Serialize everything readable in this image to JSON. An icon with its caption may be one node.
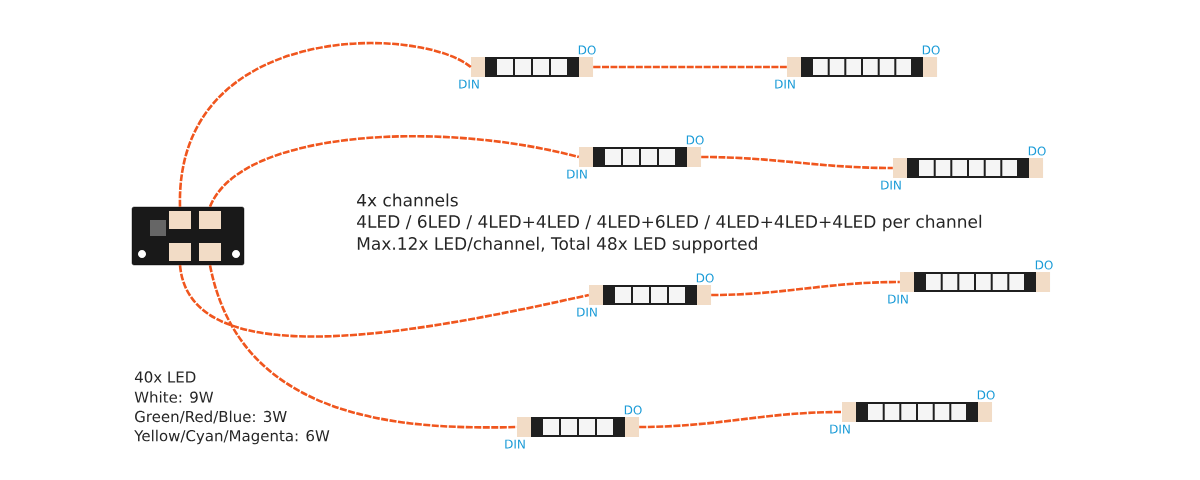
{
  "diagram": {
    "nodes": [
      {
        "text": [],
        "shape": "picture"
      },
      {
        "text": [],
        "shape": "bar",
        "beside": [
          "DIN",
          "DO"
        ]
      },
      {
        "text": [],
        "shape": "bar",
        "beside": [
          "DIN",
          "DO"
        ]
      },
      {
        "text": [],
        "shape": "bar",
        "beside": [
          "DIN",
          "DO"
        ]
      },
      {
        "text": [],
        "shape": "bar",
        "beside": [
          "DIN",
          "DO"
        ]
      },
      {
        "text": [],
        "shape": "bar",
        "beside": [
          "DIN",
          "DO"
        ]
      },
      {
        "text": [],
        "shape": "bar",
        "beside": [
          "DIN",
          "DO"
        ]
      },
      {
        "text": [],
        "shape": "bar",
        "beside": [
          "DIN",
          "DO"
        ]
      },
      {
        "text": [],
        "shape": "bar",
        "beside": [
          "DIN",
          "DO"
        ]
      }
    ],
    "edges": [
      {
        "from": 0,
        "to": 1,
        "arrow": "none"
      },
      {
        "from": 1,
        "to": 2,
        "arrow": "none"
      },
      {
        "from": 0,
        "to": 3,
        "arrow": "none"
      },
      {
        "from": 3,
        "to": 4,
        "arrow": "none"
      },
      {
        "from": 0,
        "to": 5,
        "arrow": "none"
      },
      {
        "from": 5,
        "to": 6,
        "arrow": "none"
      },
      {
        "from": 0,
        "to": 7,
        "arrow": "none"
      },
      {
        "from": 7,
        "to": 8,
        "arrow": "none"
      }
    ],
    "labels": [
      "4x channels",
      "4LED / 6LED / 4LED+4LED / 4LED+6LED / 4LED+4LED+4LED per channel",
      "Max.12x LED/channel,  Total 48x LED supported",
      "40x LED",
      "White: 9W",
      "Green/Red/Blue: 3W",
      "Yellow/Cyan/Magenta: 6W"
    ]
  }
}
